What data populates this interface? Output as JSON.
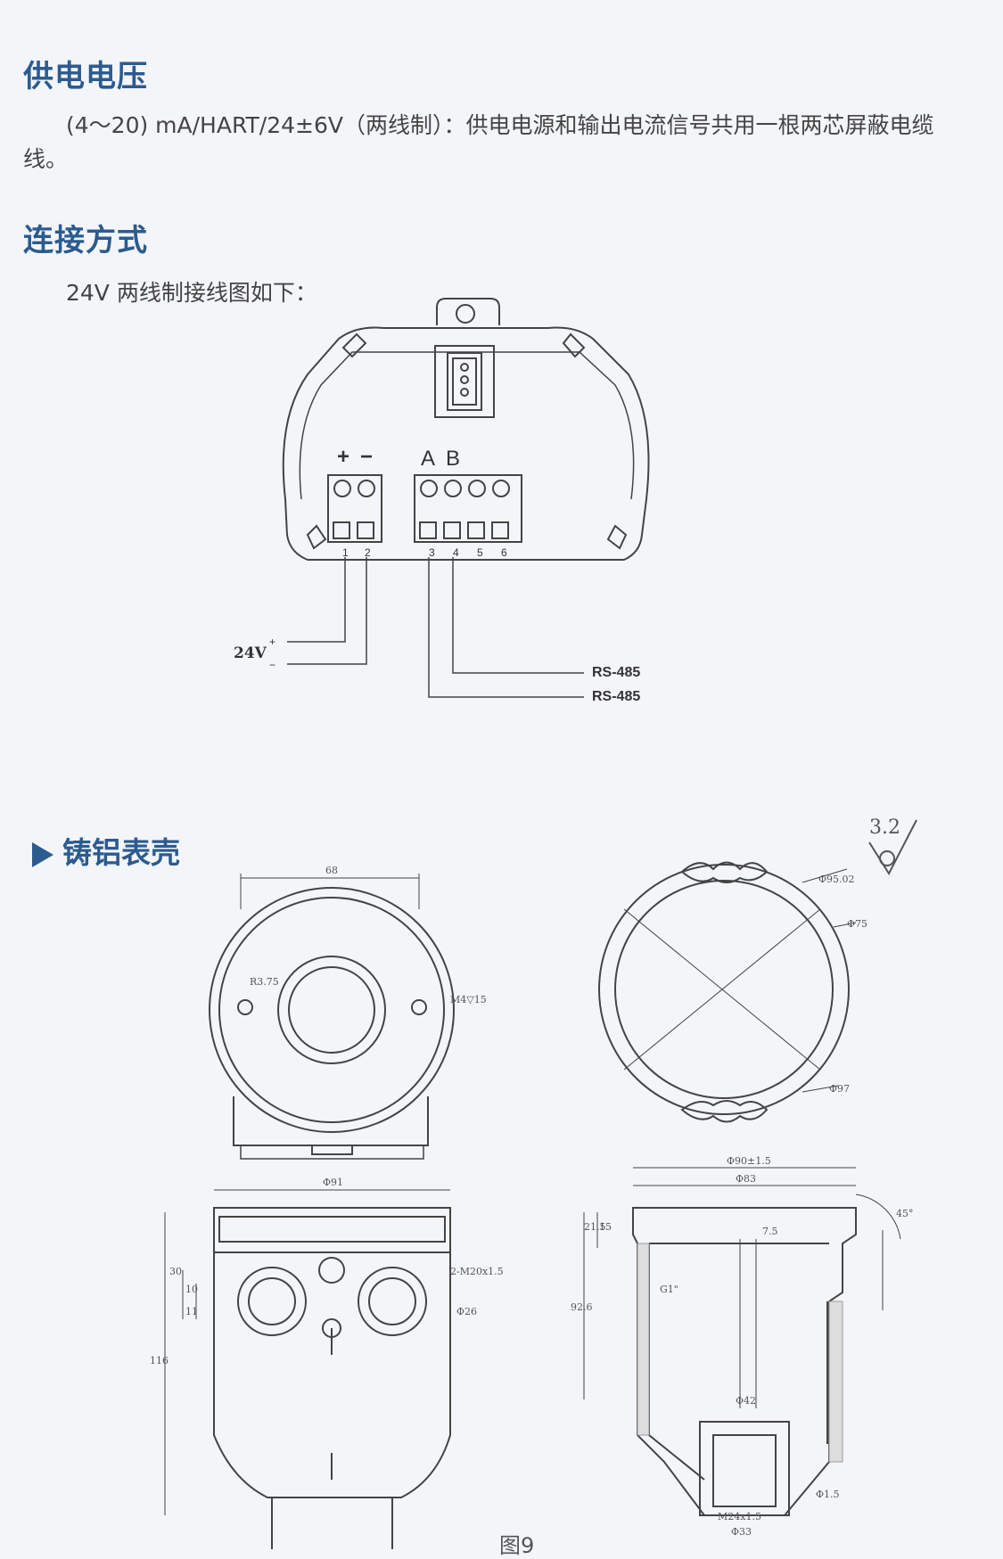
{
  "section1": {
    "title": "供电电压",
    "text": "(4～20) mA/HART/24±6V（两线制）：供电电源和输出电流信号共用一根两芯屏蔽电缆线。"
  },
  "section2": {
    "title": "连接方式",
    "text": "24V 两线制接线图如下："
  },
  "wiring": {
    "plus": "+",
    "minus": "−",
    "a": "A",
    "b": "B",
    "terminals": [
      "1",
      "2",
      "3",
      "4",
      "5",
      "6"
    ],
    "supply_label": "24V",
    "supply_plus": "+",
    "supply_minus": "−",
    "rs485_1": "RS-485",
    "rs485_2": "RS-485"
  },
  "housing": {
    "title": "铸铝表壳",
    "roughness": "3.2",
    "dims": {
      "d68": "68",
      "r73": "R3.75",
      "m4": "M4▽15",
      "d95": "Φ95.02",
      "d75": "Φ75",
      "d97": "Φ97",
      "d91": "Φ91",
      "m20": "2-M20x1.5",
      "d26": "Φ26",
      "d30": "30",
      "d10": "10",
      "d11": "11",
      "h116": "116",
      "d90": "Φ90±1.5",
      "d83": "Φ83",
      "d75b": "7.5",
      "a45": "45°",
      "h21": "21.5",
      "h15": "15",
      "h92": "92.6",
      "d42": "Φ42",
      "g1": "G1\"",
      "m24": "M24x1.5",
      "d63": "Φ33",
      "d15": "Φ1.5"
    },
    "caption": "图9"
  }
}
